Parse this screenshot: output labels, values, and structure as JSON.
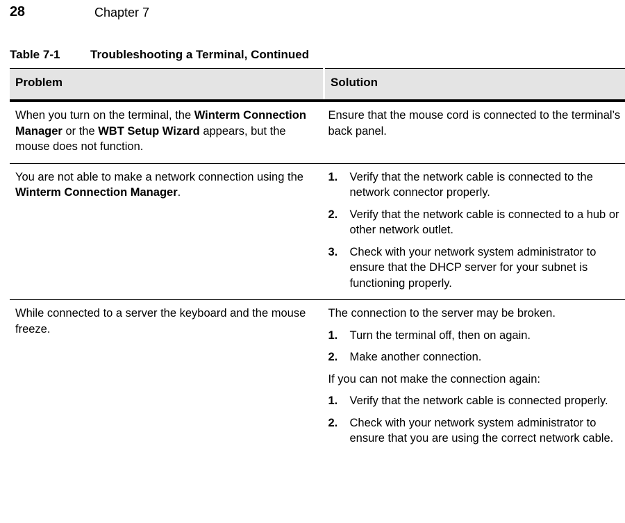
{
  "header": {
    "page_number": "28",
    "chapter_label": "Chapter 7"
  },
  "table": {
    "caption_number": "Table 7-1",
    "caption_title": "Troubleshooting a Terminal, Continued",
    "header_bg": "#e4e4e4",
    "columns": [
      {
        "key": "problem",
        "label": "Problem"
      },
      {
        "key": "solution",
        "label": "Solution"
      }
    ],
    "rows": [
      {
        "problem_segments": [
          {
            "text": "When you turn on the terminal, the ",
            "bold": false
          },
          {
            "text": "Winterm Connection Manager",
            "bold": true
          },
          {
            "text": " or the ",
            "bold": false
          },
          {
            "text": "WBT Setup Wizard",
            "bold": true
          },
          {
            "text": " appears, but the mouse does not function.",
            "bold": false
          }
        ],
        "solution_blocks": [
          {
            "type": "paragraph",
            "text": "Ensure that the mouse cord is connected to the terminal’s back panel."
          }
        ]
      },
      {
        "problem_segments": [
          {
            "text": "You are not able to make a network connection using the ",
            "bold": false
          },
          {
            "text": "Winterm Connection Manager",
            "bold": true
          },
          {
            "text": ".",
            "bold": false
          }
        ],
        "solution_blocks": [
          {
            "type": "ordered-list",
            "items": [
              {
                "number": "1.",
                "text": "Verify that the network cable is connected to the network connector properly."
              },
              {
                "number": "2.",
                "text": "Verify that the network cable is connected to a hub or other network outlet."
              },
              {
                "number": "3.",
                "text": "Check with your network system administrator to ensure that the DHCP server for your subnet is functioning properly."
              }
            ]
          }
        ]
      },
      {
        "problem_segments": [
          {
            "text": "While connected to a server the keyboard and the mouse freeze.",
            "bold": false
          }
        ],
        "solution_blocks": [
          {
            "type": "paragraph",
            "text": "The connection to the server may be broken."
          },
          {
            "type": "ordered-list",
            "items": [
              {
                "number": "1.",
                "text": "Turn the terminal off, then on again."
              },
              {
                "number": "2.",
                "text": "Make another connection."
              }
            ]
          },
          {
            "type": "paragraph",
            "text": "If you can not make the connection again:"
          },
          {
            "type": "ordered-list",
            "items": [
              {
                "number": "1.",
                "text": "Verify that the network cable is connected properly."
              },
              {
                "number": "2.",
                "text": "Check with your network system administrator to ensure that you are using the correct network cable."
              }
            ]
          }
        ]
      }
    ]
  }
}
